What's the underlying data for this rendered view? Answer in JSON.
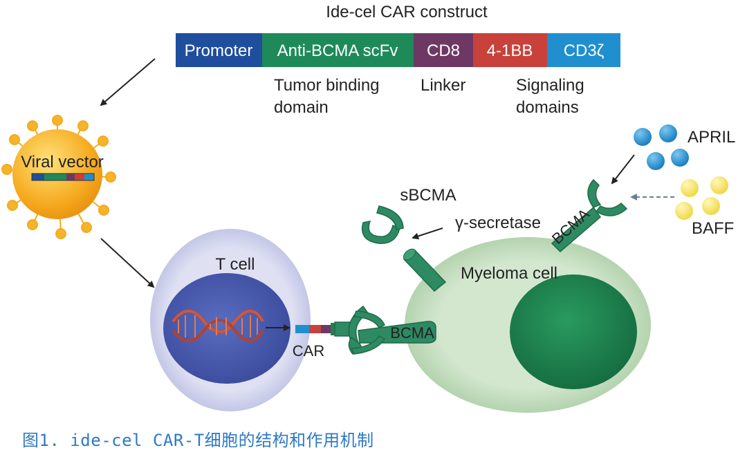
{
  "construct": {
    "title": "Ide-cel CAR construct",
    "segments": [
      {
        "label": "Promoter",
        "color": "#1f4e9c"
      },
      {
        "label": "Anti-BCMA scFv",
        "color": "#1e8a5a"
      },
      {
        "label": "CD8",
        "color": "#6e3864"
      },
      {
        "label": "4-1BB",
        "color": "#c8413a"
      },
      {
        "label": "CD3ζ",
        "color": "#1f8fd0"
      }
    ],
    "annotations": {
      "tumor_binding_line1": "Tumor binding",
      "tumor_binding_line2": "domain",
      "linker": "Linker",
      "signaling_line1": "Signaling",
      "signaling_line2": "domains"
    }
  },
  "labels": {
    "viral_vector": "Viral vector",
    "t_cell": "T cell",
    "car": "CAR",
    "bcma_receptor": "BCMA",
    "soluble_bcma": "sBCMA",
    "gamma_secretase": "γ-secretase",
    "myeloma_cell": "Myeloma cell",
    "bcma_membrane": "BCMA",
    "april": "APRIL",
    "baff": "BAFF"
  },
  "colors": {
    "viral_vector": "#f5a91e",
    "t_cell": "#c8cbe8",
    "t_cell_nucleus": "#4c5fb0",
    "myeloma_cell": "#c2ddbc",
    "myeloma_nucleus": "#1d7a4a",
    "bcma_protein": "#2e8a62",
    "april": "#1f8fd0",
    "baff": "#f5e66a",
    "dna": "#d9542e"
  },
  "caption": "图1. ide-cel CAR-T细胞的结构和作用机制"
}
